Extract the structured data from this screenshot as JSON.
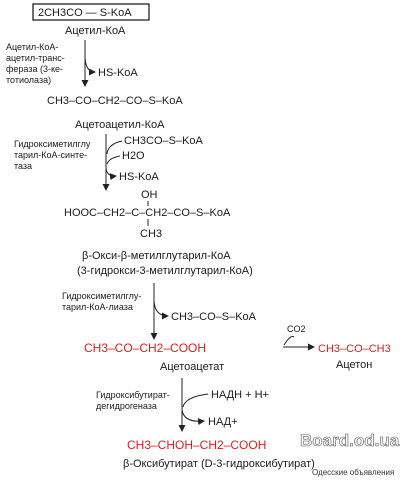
{
  "start": "2CH3CO — S-KoA",
  "acetyl": "Ацетил-КоА",
  "enzyme1": [
    "Ацетил-КоА-",
    "ацетил-транс-",
    "фераза (3-ке-",
    "тотиолаза)"
  ],
  "hs1": "HS-KoA",
  "acetoacetyl_formula": "CH3–CO–CH2–CO–S–KoA",
  "acetoacetyl_name": "Ацетоацетил-КоА",
  "enzyme2": [
    "Гидроксиметилглу",
    "тарил-КоА-синте-",
    "таза"
  ],
  "in2": "CH3CO–S–KoA",
  "h2o": "H2O",
  "hs2": "HS-KoA",
  "hmg_oh": "OH",
  "hmg_formula": "HOOC–CH2–C–CH2–CO–S–KoA",
  "hmg_ch3": "CH3",
  "hmg_name1": "β-Окси-β-метилглутарил-КоА",
  "hmg_name2": "(3-гидрокси-3-метилглутарил-КоА)",
  "enzyme3": [
    "Гидроксиметилглу-",
    "тарил-КоА-лиаза"
  ],
  "out3": "CH3–CO–S–KoA",
  "acac_formula": "CH3–CO–CH2–COOH",
  "co2": "CO2",
  "acetone_formula": "CH3–CO–CH3",
  "acac_name": "Ацетоацетат",
  "acetone_name": "Ацетон",
  "enzyme4": [
    "Гидроксибутират-",
    "дегидрогеназа"
  ],
  "nadh": "НАДН + H+",
  "nad": "НАД+",
  "hb_formula": "CH3–CHOH–CH2–COOH",
  "hb_name": "β-Оксибутират  (D-3-гидроксибутират)",
  "watermark": "Board.od.ua",
  "watermark_sub": "Одесские объявления",
  "colors": {
    "highlight": "#d81e1e",
    "text": "#1b1b1b"
  }
}
